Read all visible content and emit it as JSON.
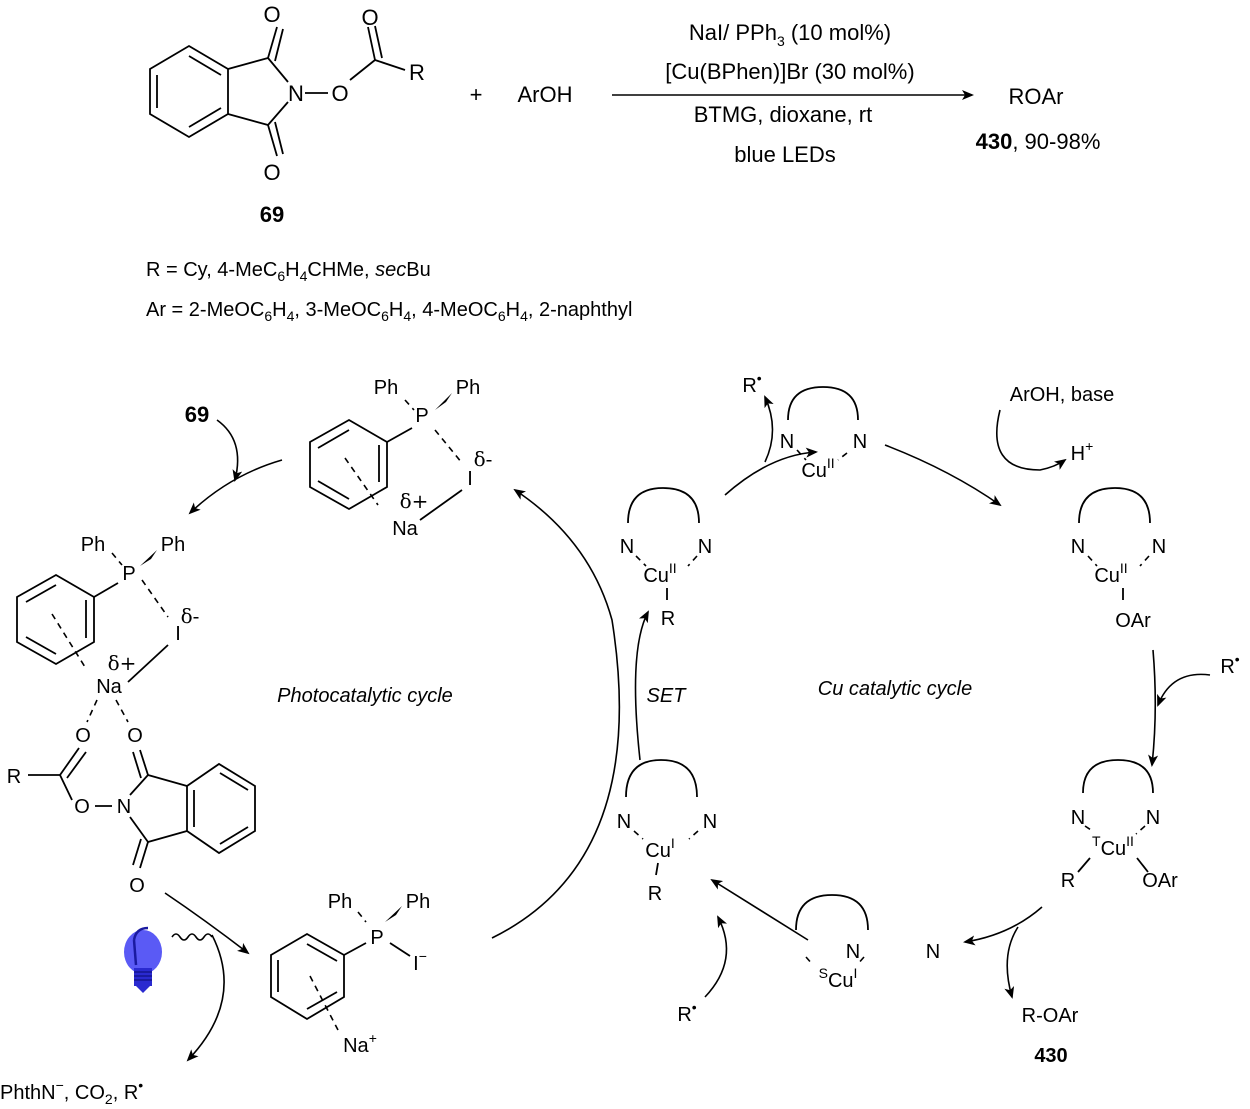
{
  "scheme": {
    "reaction": {
      "reactant_label": "69",
      "plus": "+",
      "coreactant": "ArOH",
      "conditions": {
        "line1_pre": "NaI/ PPh",
        "line1_sub": "3",
        "line1_post": " (10 mol%)",
        "line2": "[Cu(BPhen)]Br (30 mol%)",
        "line3": "BTMG, dioxane, rt",
        "line4": "blue LEDs"
      },
      "product": "ROAr",
      "product_label": "430",
      "yield": ", 90-98%"
    },
    "atoms": {
      "O": "O",
      "N": "N",
      "R": "R",
      "P": "P",
      "Ph": "Ph",
      "I": "I",
      "Na": "Na",
      "Cu": "Cu",
      "OAr": "OAr"
    },
    "substituents": {
      "r_prefix": "R = Cy, 4-MeC",
      "r_sub1": "6",
      "r_mid": "H",
      "r_sub2": "4",
      "r_mid2": "CHMe, ",
      "r_ital": "sec",
      "r_end": "Bu",
      "ar_prefix": "Ar = 2-MeOC",
      "ar_sub6": "6",
      "ar_H": "H",
      "ar_sub4": "4",
      "ar_item2": ", 3-MeOC",
      "ar_item3": ", 4-MeOC",
      "ar_end": ", 2-naphthyl"
    },
    "charges": {
      "delta_minus": "δ-",
      "delta_plus": "δ+",
      "minus": "−",
      "plus": "+",
      "radical_dot": "•"
    },
    "oxidation_states": {
      "cu_ii": "II",
      "cu_i": "I",
      "triplet": "T",
      "singlet": "S"
    },
    "cycles": {
      "photo_label": "Photocatalytic cycle",
      "cu_label": "Cu catalytic cycle",
      "set_label": "SET"
    },
    "species": {
      "arohbase": "ArOH, base",
      "hplus": "H",
      "radical": "R",
      "r_oar": "R-OAr",
      "product_number": "430",
      "byproducts_pre": "PhthN",
      "byproducts_mid": ", CO",
      "byproducts_sub": "2",
      "byproducts_end": ", R",
      "input_69": "69"
    },
    "colors": {
      "bulb": "#3a3af0",
      "bulb_light": "#7070ff",
      "ink": "#000000"
    },
    "icons": [
      "blue-light-bulb-icon"
    ]
  }
}
